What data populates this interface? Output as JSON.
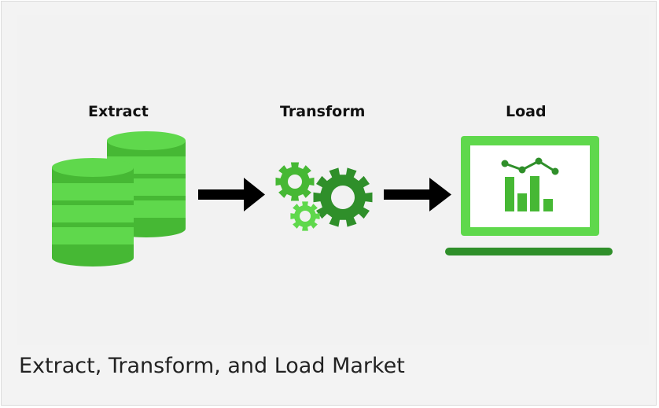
{
  "figure": {
    "stages": [
      {
        "label": "Extract",
        "icon": "database-icon"
      },
      {
        "label": "Transform",
        "icon": "gears-icon"
      },
      {
        "label": "Load",
        "icon": "laptop-chart-icon"
      }
    ],
    "connector_icon": "arrow-right-icon",
    "colors": {
      "light_green": "#5fd84c",
      "mid_green": "#46b834",
      "dark_green": "#2f8f2a",
      "arrow": "#000000",
      "background": "#f2f2f2"
    }
  },
  "caption": "Extract, Transform, and Load Market"
}
